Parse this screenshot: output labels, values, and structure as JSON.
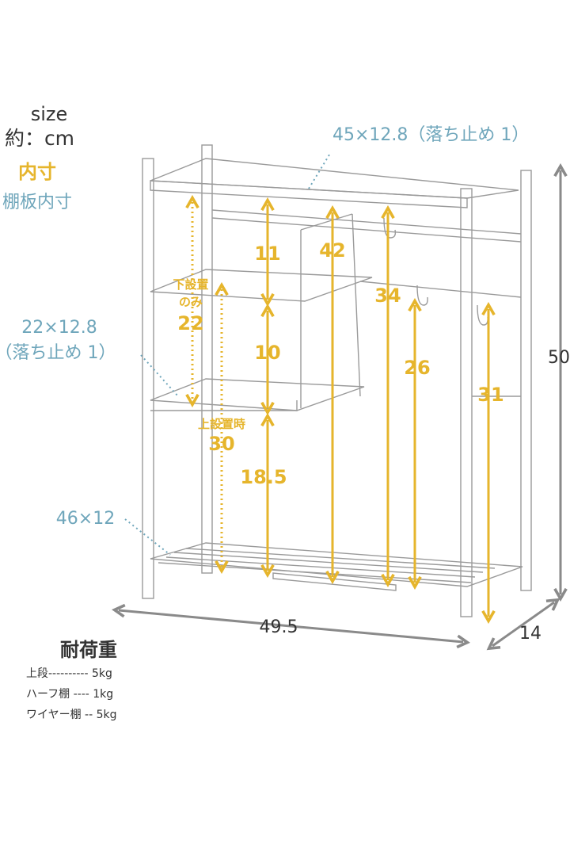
{
  "header": {
    "size": "size",
    "unit": "約：cm",
    "inner_label": "内寸",
    "shelf_inner_label": "棚板内寸"
  },
  "shelf_labels": {
    "top": "45×12.8（落ち止め 1）",
    "half_1": "22×12.8",
    "half_2": "（落ち止め 1）",
    "wire": "46×12"
  },
  "inner_dims": {
    "d11": "11",
    "d42": "42",
    "d34": "34",
    "d26": "26",
    "d31": "31",
    "d10": "10",
    "d18": "18.5",
    "lower_1": "下設置",
    "lower_2": "のみ",
    "d22": "22",
    "upper": "上設置時",
    "d30": "30"
  },
  "outer_dims": {
    "width": "49.5",
    "depth": "14",
    "height": "50"
  },
  "load": {
    "title": "耐荷重",
    "rows": [
      "上段---------- 5kg",
      "ハーフ棚 ---- 1kg",
      "ワイヤー棚 -- 5kg"
    ]
  },
  "colors": {
    "inner": "#e6b52c",
    "shelf": "#6fa6bb",
    "outline": "#9a9a9a"
  }
}
